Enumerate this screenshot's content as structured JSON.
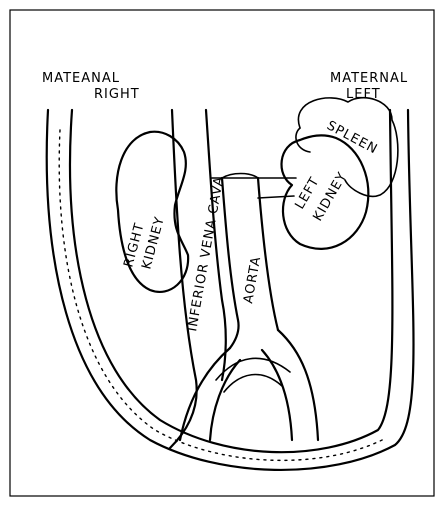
{
  "labels": {
    "maternal_right_line1": "MATEANAL",
    "maternal_right_line2": "RIGHT",
    "maternal_left_line1": "MATERNAL",
    "maternal_left_line2": "LEFT",
    "spleen": "SPLEEN",
    "left_kidney_line1": "LEFT",
    "left_kidney_line2": "KIDNEY",
    "right_kidney_line1": "RIGHT",
    "right_kidney_line2": "KIDNEY",
    "inferior_vena_cava": "INFERIOR VENA CAVA",
    "aorta": "AORTA"
  }
}
